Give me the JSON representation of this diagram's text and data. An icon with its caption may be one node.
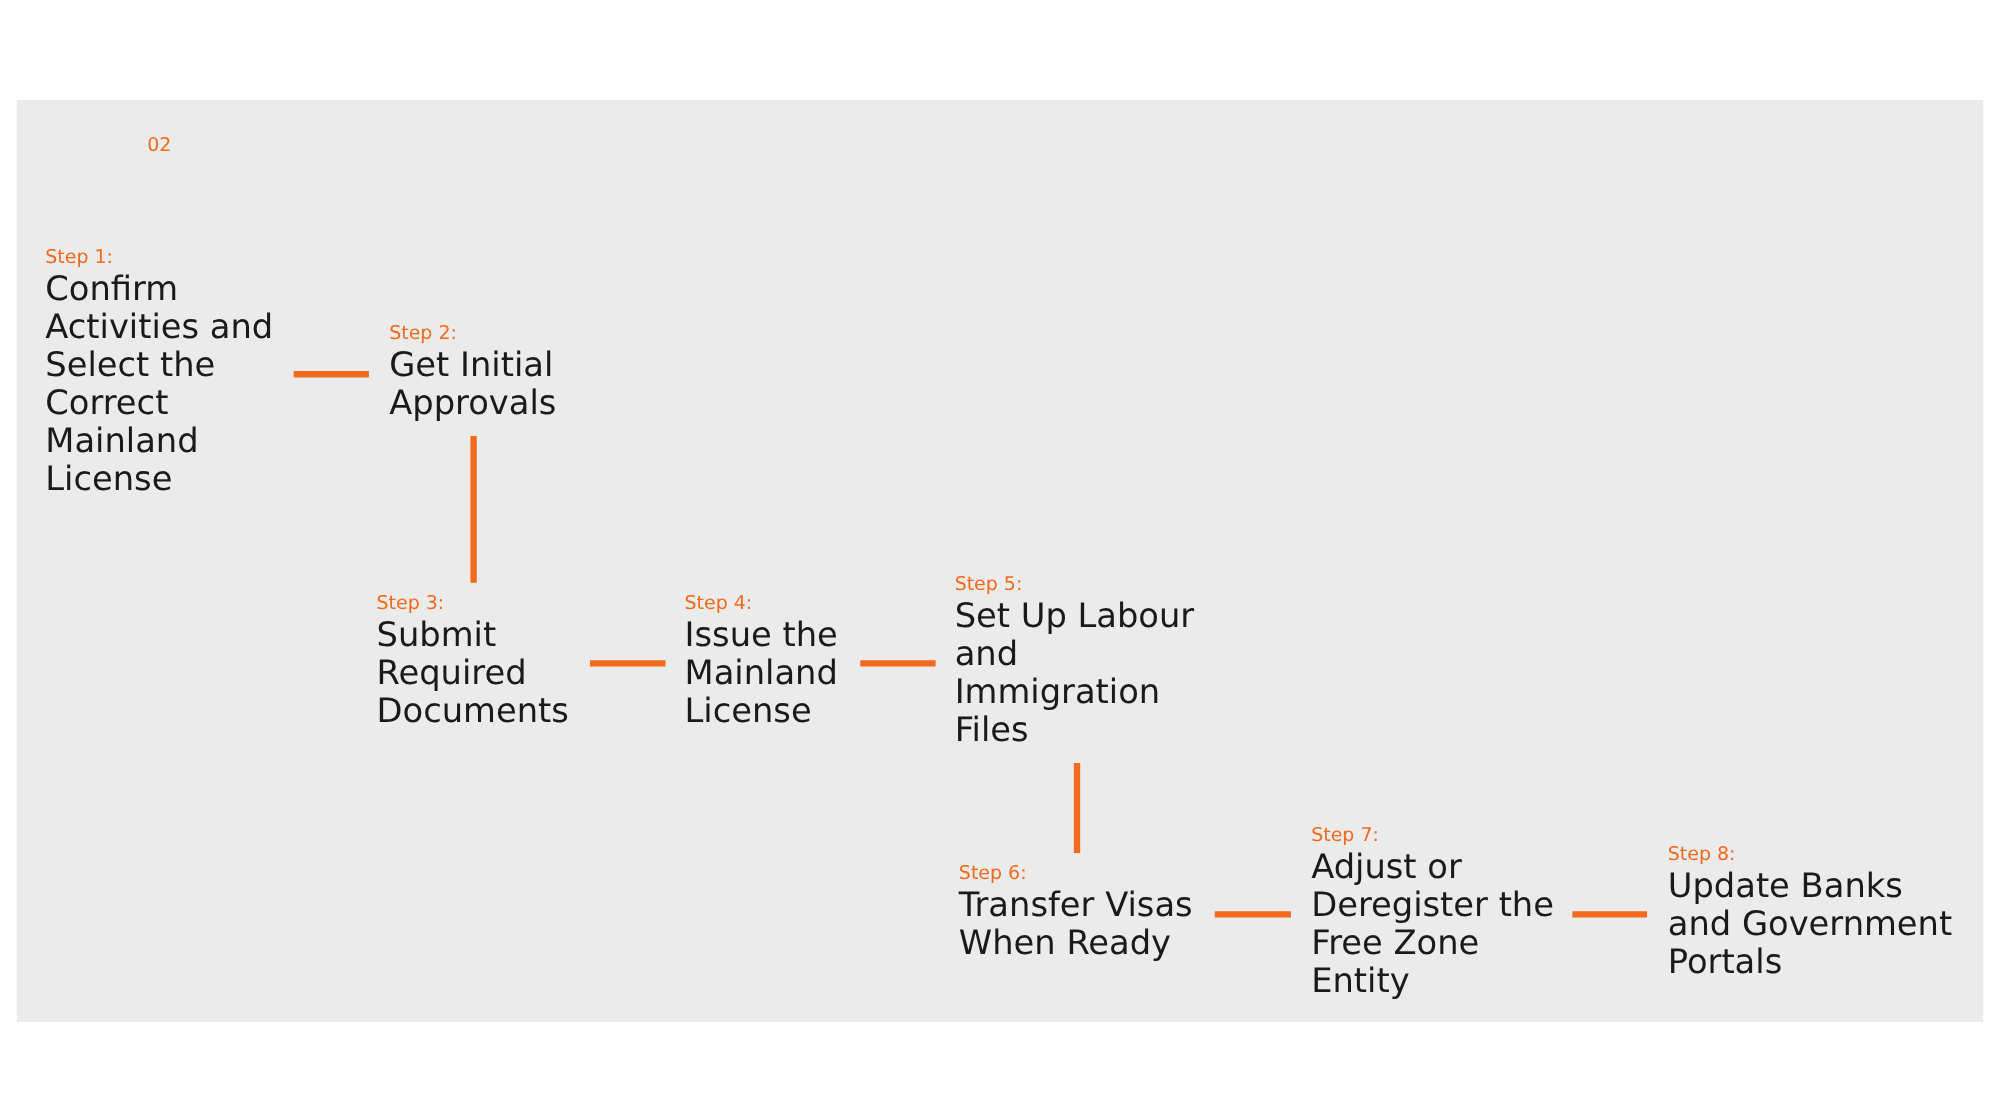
{
  "diagram": {
    "nodes": [
      {
        "text": [
          "Step 1:",
          "Confirm Activities and Select the Correct Mainland License"
        ]
      },
      {
        "text": [
          "Step 2:",
          "Get Initial Approvals"
        ]
      },
      {
        "text": [
          "Step 3:",
          "Submit Required Documents"
        ]
      },
      {
        "text": [
          "Step 4:",
          "Issue the Mainland License"
        ]
      },
      {
        "text": [
          "Step 5:",
          "Set Up Labour and Immigration Files"
        ]
      },
      {
        "text": [
          "Step 6:",
          "Transfer Visas When Ready"
        ]
      },
      {
        "text": [
          "Step 7:",
          "Adjust or Deregister the Free Zone Entity"
        ]
      },
      {
        "text": [
          "Step 8:",
          "Update Banks and Government Portals"
        ]
      }
    ],
    "edges": [
      {
        "from": 0,
        "to": 1,
        "arrow": "none"
      },
      {
        "from": 1,
        "to": 2,
        "arrow": "none"
      },
      {
        "from": 2,
        "to": 3,
        "arrow": "none"
      },
      {
        "from": 3,
        "to": 4,
        "arrow": "none"
      },
      {
        "from": 4,
        "to": 5,
        "arrow": "none"
      },
      {
        "from": 5,
        "to": 6,
        "arrow": "none"
      },
      {
        "from": 6,
        "to": 7,
        "arrow": "none"
      }
    ],
    "labels": [
      "02"
    ]
  }
}
